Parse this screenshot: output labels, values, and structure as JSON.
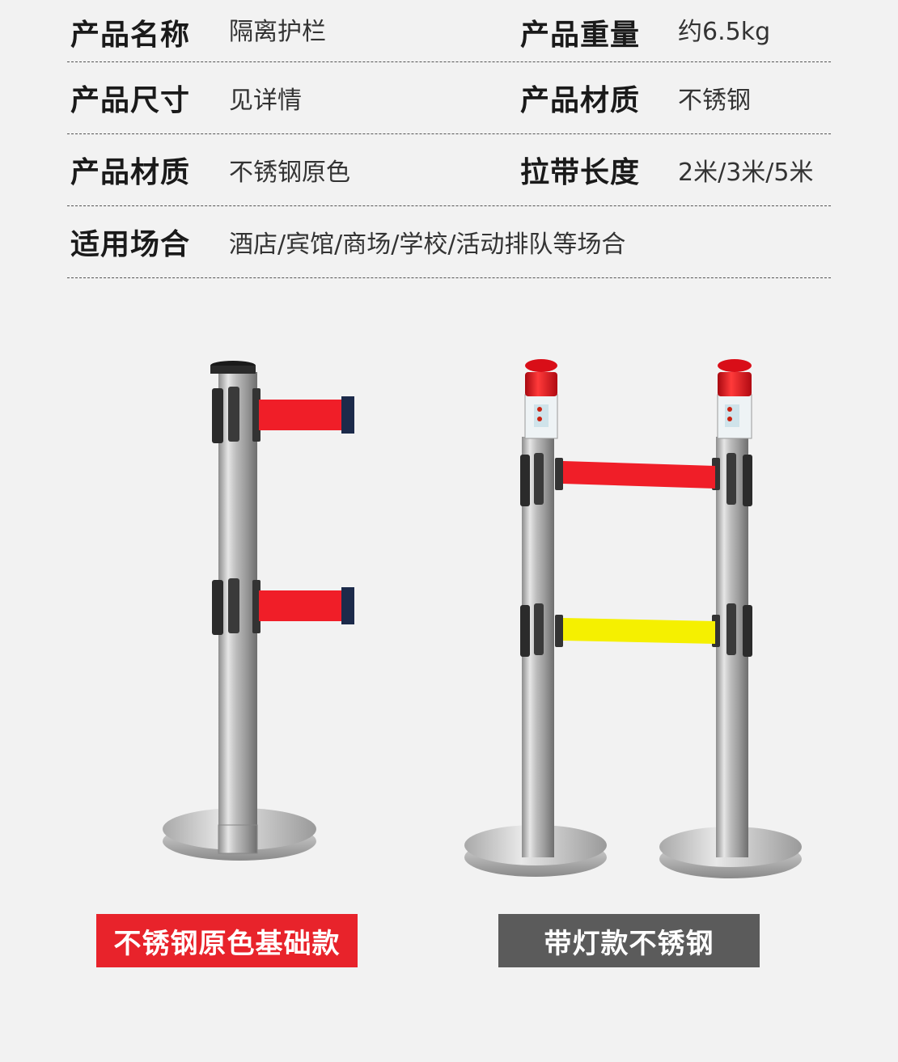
{
  "specs": [
    [
      {
        "label": "产品名称",
        "value": "隔离护栏"
      },
      {
        "label": "产品重量",
        "value": "约6.5kg"
      }
    ],
    [
      {
        "label": "产品尺寸",
        "value": "见详情"
      },
      {
        "label": "产品材质",
        "value": "不锈钢"
      }
    ],
    [
      {
        "label": "产品材质",
        "value": "不锈钢原色"
      },
      {
        "label": "拉带长度",
        "value": "2米/3米/5米"
      }
    ],
    [
      {
        "label": "适用场合",
        "value": "酒店/宾馆/商场/学校/活动排队等场合"
      }
    ]
  ],
  "captions": {
    "basic": "不锈钢原色基础款",
    "light": "带灯款不锈钢"
  },
  "colors": {
    "belt_red": "#f01e28",
    "belt_yellow": "#f5f000",
    "caption_red": "#e8232b",
    "caption_gray": "#5b5b5b",
    "lamp_red": "#e3101c"
  }
}
